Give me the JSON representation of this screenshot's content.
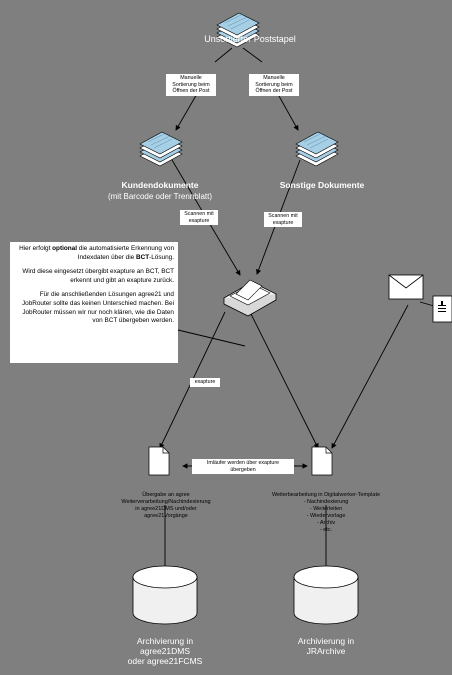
{
  "stack_top": "Unsortierter Poststapel",
  "sort_left": "Manuelle Sortierung beim Öffnen der Post",
  "sort_right": "Manuelle Sortierung beim Öffnen der Post",
  "kunden_title": "Kundendokumente",
  "kunden_sub": "(mit Barcode oder Trennblatt)",
  "sonstige_title": "Sonstige Dokumente",
  "scan_left": "Scannen mit exapture",
  "scan_right": "Scannen mit exapture",
  "note": {
    "p1a": "Hier erfolgt ",
    "p1b": "optional",
    "p1c": " die automatisierte Erkennung von Indexdaten über die ",
    "p1d": "BCT",
    "p1e": "-Lösung.",
    "p2": "Wird diese eingesetzt übergibt exapture an BCT, BCT erkennt und gibt an exapture zurück.",
    "p3": "Für die anschließenden Lösungen agree21 und JobRouter sollte das keinen Unterschied machen. Bei JobRouter müssen wir nur noch klären, wie die Daten von BCT übergeben werden."
  },
  "exapture_label": "exapture",
  "laufer_label": "Imläufer werden über exapture übergeben",
  "agree_desc": "Übergabe an agree Weiterverarbeitung/Nachindexierung in agree21DMS und/oder agree21Vorgänge",
  "jr_desc": {
    "title": "Weiterbearbeitung in Digitalwerker-Template",
    "items": [
      "- Nachindexierung",
      "- Weiterleiten",
      "- Wiedervorlage",
      "- Archiv",
      "- etc."
    ]
  },
  "arch_left": [
    "Archivierung in",
    "agree21DMS",
    "oder agree21FCMS"
  ],
  "arch_right": [
    "Archivierung in",
    "JRArchive"
  ],
  "colors": {
    "background": "#7f7f7f",
    "paper_blue": "#a6cfe6",
    "line": "#000000"
  },
  "icons": [
    "paper-stack-icon",
    "scanner-icon",
    "envelope-icon",
    "mailbox-icon",
    "document-icon",
    "database-icon"
  ]
}
